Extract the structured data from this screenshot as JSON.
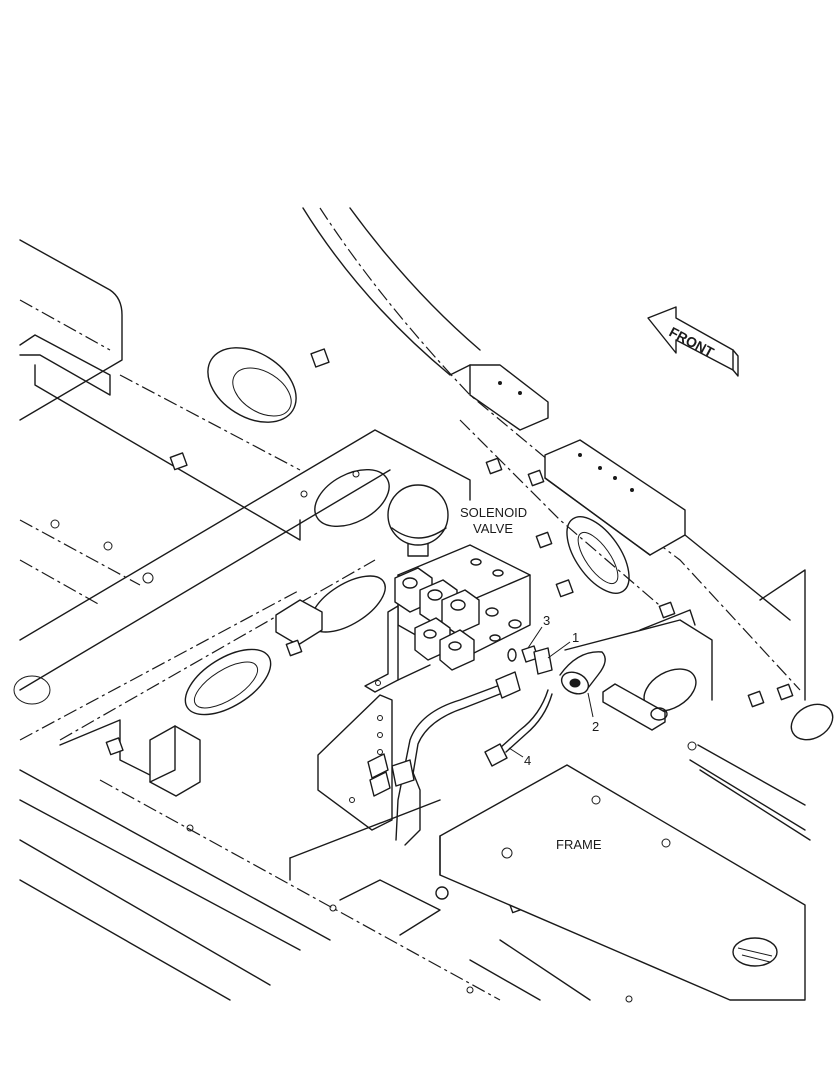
{
  "diagram": {
    "labels": {
      "solenoid_line1": "SOLENOID",
      "solenoid_line2": "VALVE",
      "frame": "FRAME",
      "front": "FRONT"
    },
    "callouts": [
      "1",
      "2",
      "3",
      "4"
    ]
  }
}
